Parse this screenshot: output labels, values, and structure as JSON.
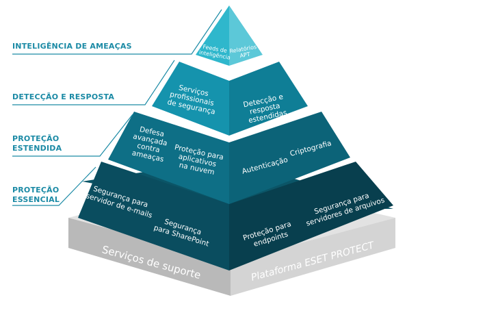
{
  "tiers": [
    {
      "label_lines": [
        "INTELIGÊNCIA DE AMEAÇAS"
      ],
      "left_items": [
        [
          "Feeds de",
          "inteligência"
        ]
      ],
      "right_items": [
        [
          "Relatórios",
          "APT"
        ]
      ]
    },
    {
      "label_lines": [
        "DETECÇÃO E RESPOSTA"
      ],
      "left_items": [
        [
          "Serviços",
          "profissionais",
          "de segurança"
        ]
      ],
      "right_items": [
        [
          "Detecção e",
          "resposta",
          "estendidas"
        ]
      ]
    },
    {
      "label_lines": [
        "PROTEÇÃO",
        "ESTENDIDA"
      ],
      "left_items": [
        [
          "Defesa",
          "avançada",
          "contra",
          "ameaças"
        ],
        [
          "Proteção para",
          "aplicativos",
          "na nuvem"
        ]
      ],
      "right_items": [
        [
          "Autenticação"
        ],
        [
          "Criptografia"
        ]
      ]
    },
    {
      "label_lines": [
        "PROTEÇÃO",
        "ESSENCIAL"
      ],
      "left_items": [
        [
          "Segurança para",
          "servidor de e-mails"
        ],
        [
          "Segurança",
          "para SharePoint"
        ]
      ],
      "right_items": [
        [
          "Proteção para",
          "endpoints"
        ],
        [
          "Segurança para",
          "servidores de arquivos"
        ]
      ]
    }
  ],
  "base": {
    "left": "Serviços de suporte",
    "right": "Plataforma ESET PROTECT"
  },
  "colors": {
    "label": "#1b8aa5",
    "tier1_left": "#2fb7cc",
    "tier1_right": "#5cc8d8",
    "tier2_left": "#1593ad",
    "tier2_right": "#0f7e96",
    "tier3_left": "#0e6f86",
    "tier3_right": "#0c6378",
    "tier4_left": "#0a4d5f",
    "tier4_right": "#083f4e",
    "base_left": "#b9b9b9",
    "base_right": "#d4d4d4"
  }
}
